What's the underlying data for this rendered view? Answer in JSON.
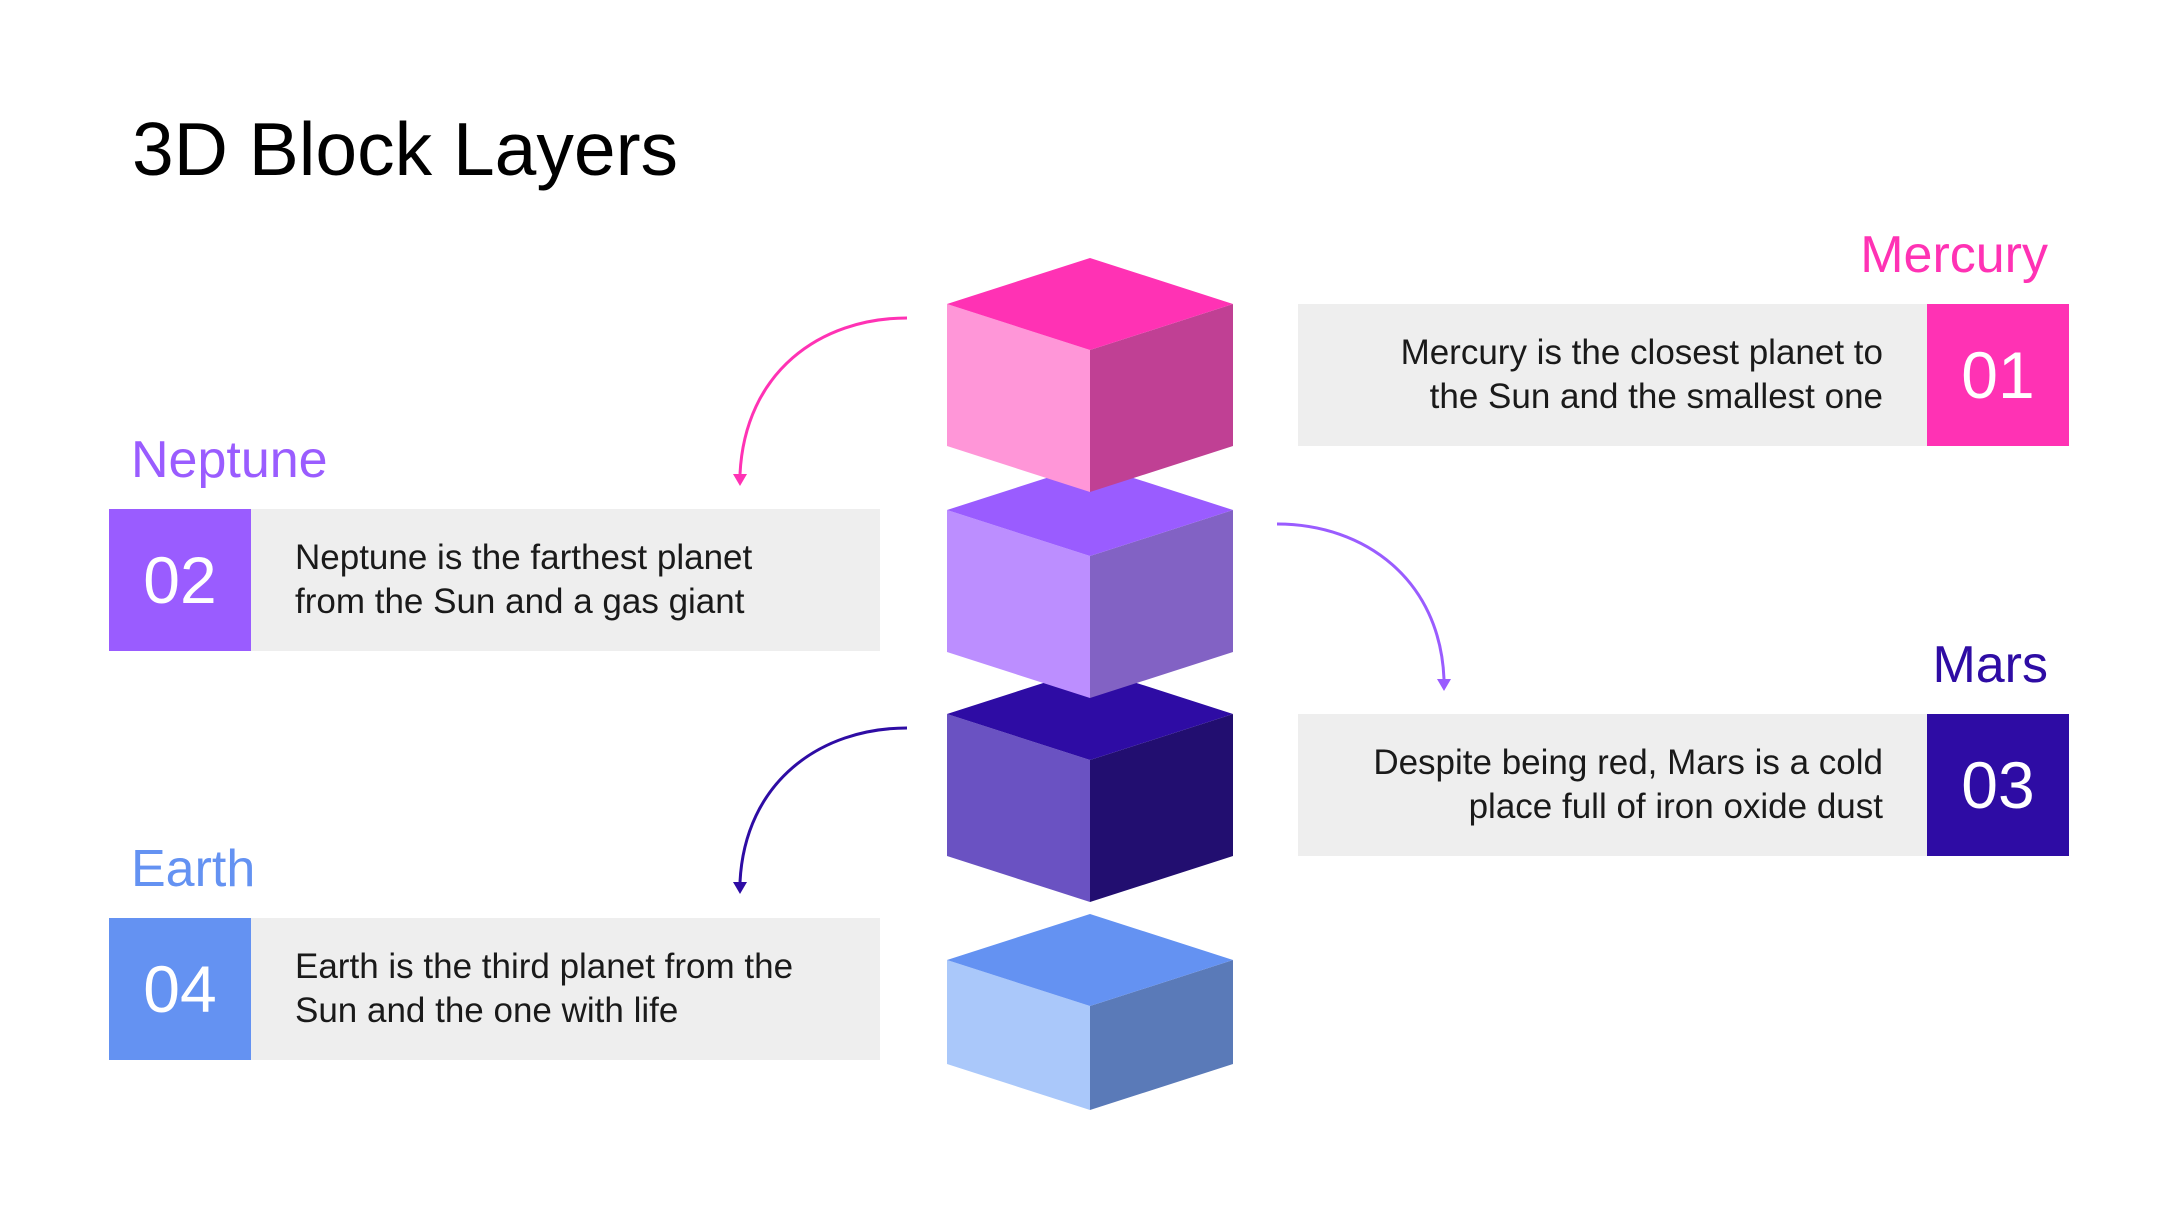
{
  "title": "3D Block Layers",
  "colors": {
    "mercury": "#ff32b4",
    "neptune": "#9a5cff",
    "mars": "#2e0ca4",
    "earth": "#6492f2",
    "card_bg": "#eeeeee"
  },
  "items": [
    {
      "number": "01",
      "name": "Mercury",
      "text_line1": "Mercury is the closest planet to",
      "text_line2": "the Sun and the smallest one"
    },
    {
      "number": "02",
      "name": "Neptune",
      "text_line1": "Neptune is the farthest planet",
      "text_line2": "from the Sun and a gas giant"
    },
    {
      "number": "03",
      "name": "Mars",
      "text_line1": "Despite being red, Mars is a cold",
      "text_line2": "place full of iron oxide dust"
    },
    {
      "number": "04",
      "name": "Earth",
      "text_line1": "Earth is the third planet from the",
      "text_line2": "Sun and the one with life"
    }
  ]
}
